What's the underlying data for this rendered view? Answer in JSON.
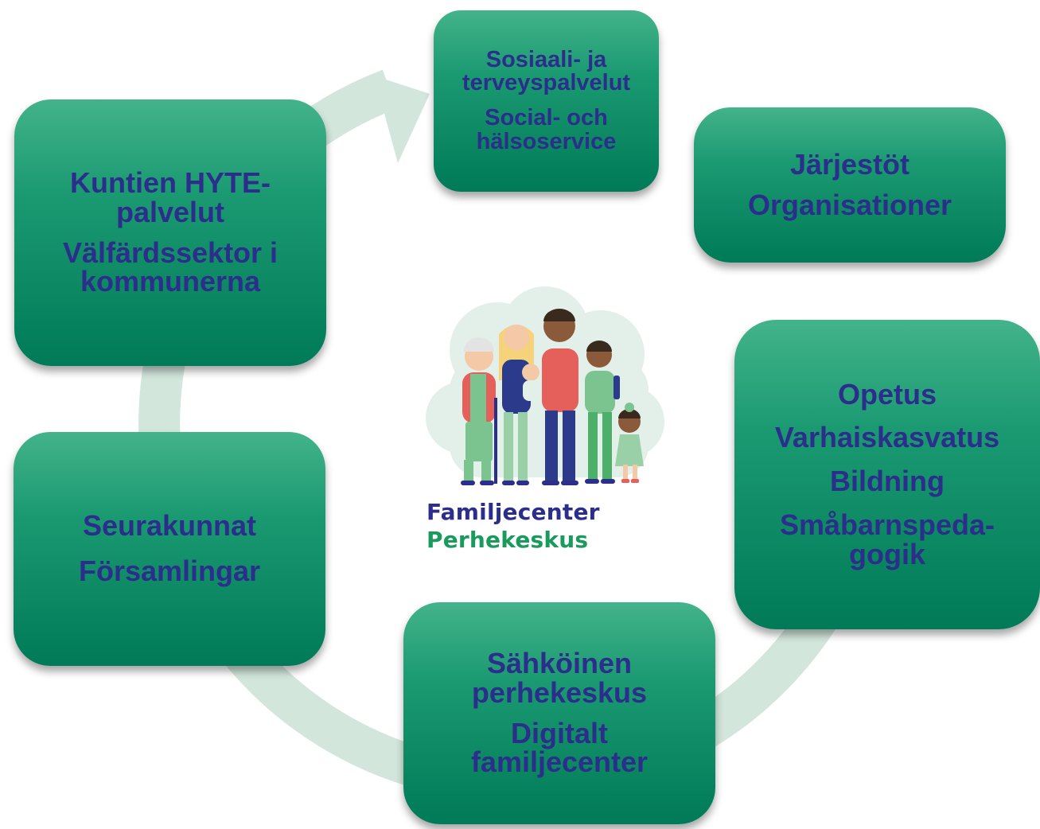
{
  "colors": {
    "box_top": "#43b38a",
    "box_bottom": "#007a57",
    "text": "#2b2e8a",
    "cycle_arrow": "#d2e6dc",
    "brand_green": "#1a9a5c"
  },
  "boxes": {
    "sote": {
      "fi": [
        "Sosiaali- ja",
        "terveyspalvelut"
      ],
      "sv": [
        "Social- och",
        "hälsoservice"
      ]
    },
    "jarjestot": {
      "fi": "Järjestöt",
      "sv": "Organisationer"
    },
    "opetus": {
      "lines": [
        "Opetus",
        "Varhaiskasvatus",
        "Bildning",
        "Småbarnspeda-",
        "gogik"
      ]
    },
    "digital": {
      "fi": [
        "Sähköinen",
        "perhekeskus"
      ],
      "sv": [
        "Digitalt",
        "familjecenter"
      ]
    },
    "seurakunnat": {
      "fi": "Seurakunnat",
      "sv": "Församlingar"
    },
    "hyte": {
      "fi": [
        "Kuntien HYTE-",
        "palvelut"
      ],
      "sv": [
        "Välfärdssektor i",
        "kommunerna"
      ]
    }
  },
  "logo": {
    "line1": "Familjecenter",
    "line2": "Perhekeskus",
    "icon": "family-illustration"
  }
}
